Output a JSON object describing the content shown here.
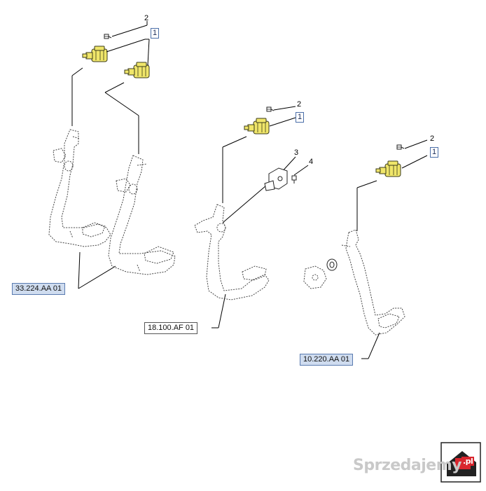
{
  "callouts": {
    "top_left_2": "2",
    "top_left_1": "1",
    "mid_2": "2",
    "mid_1": "1",
    "mid_3": "3",
    "mid_4": "4",
    "right_2": "2",
    "right_1": "1"
  },
  "references": {
    "left": "33.224.AA 01",
    "middle": "18.100.AF 01",
    "right": "10.220.AA 01"
  },
  "watermark": {
    "text": "Sprzedajemy",
    "badge": ".pl"
  },
  "colors": {
    "switch_fill": "#f0e66a",
    "switch_stroke": "#3a3a1a",
    "leader": "#000000",
    "outline": "#444444",
    "ref_blue": "#cfdcef",
    "logo_red": "#d9262e"
  }
}
